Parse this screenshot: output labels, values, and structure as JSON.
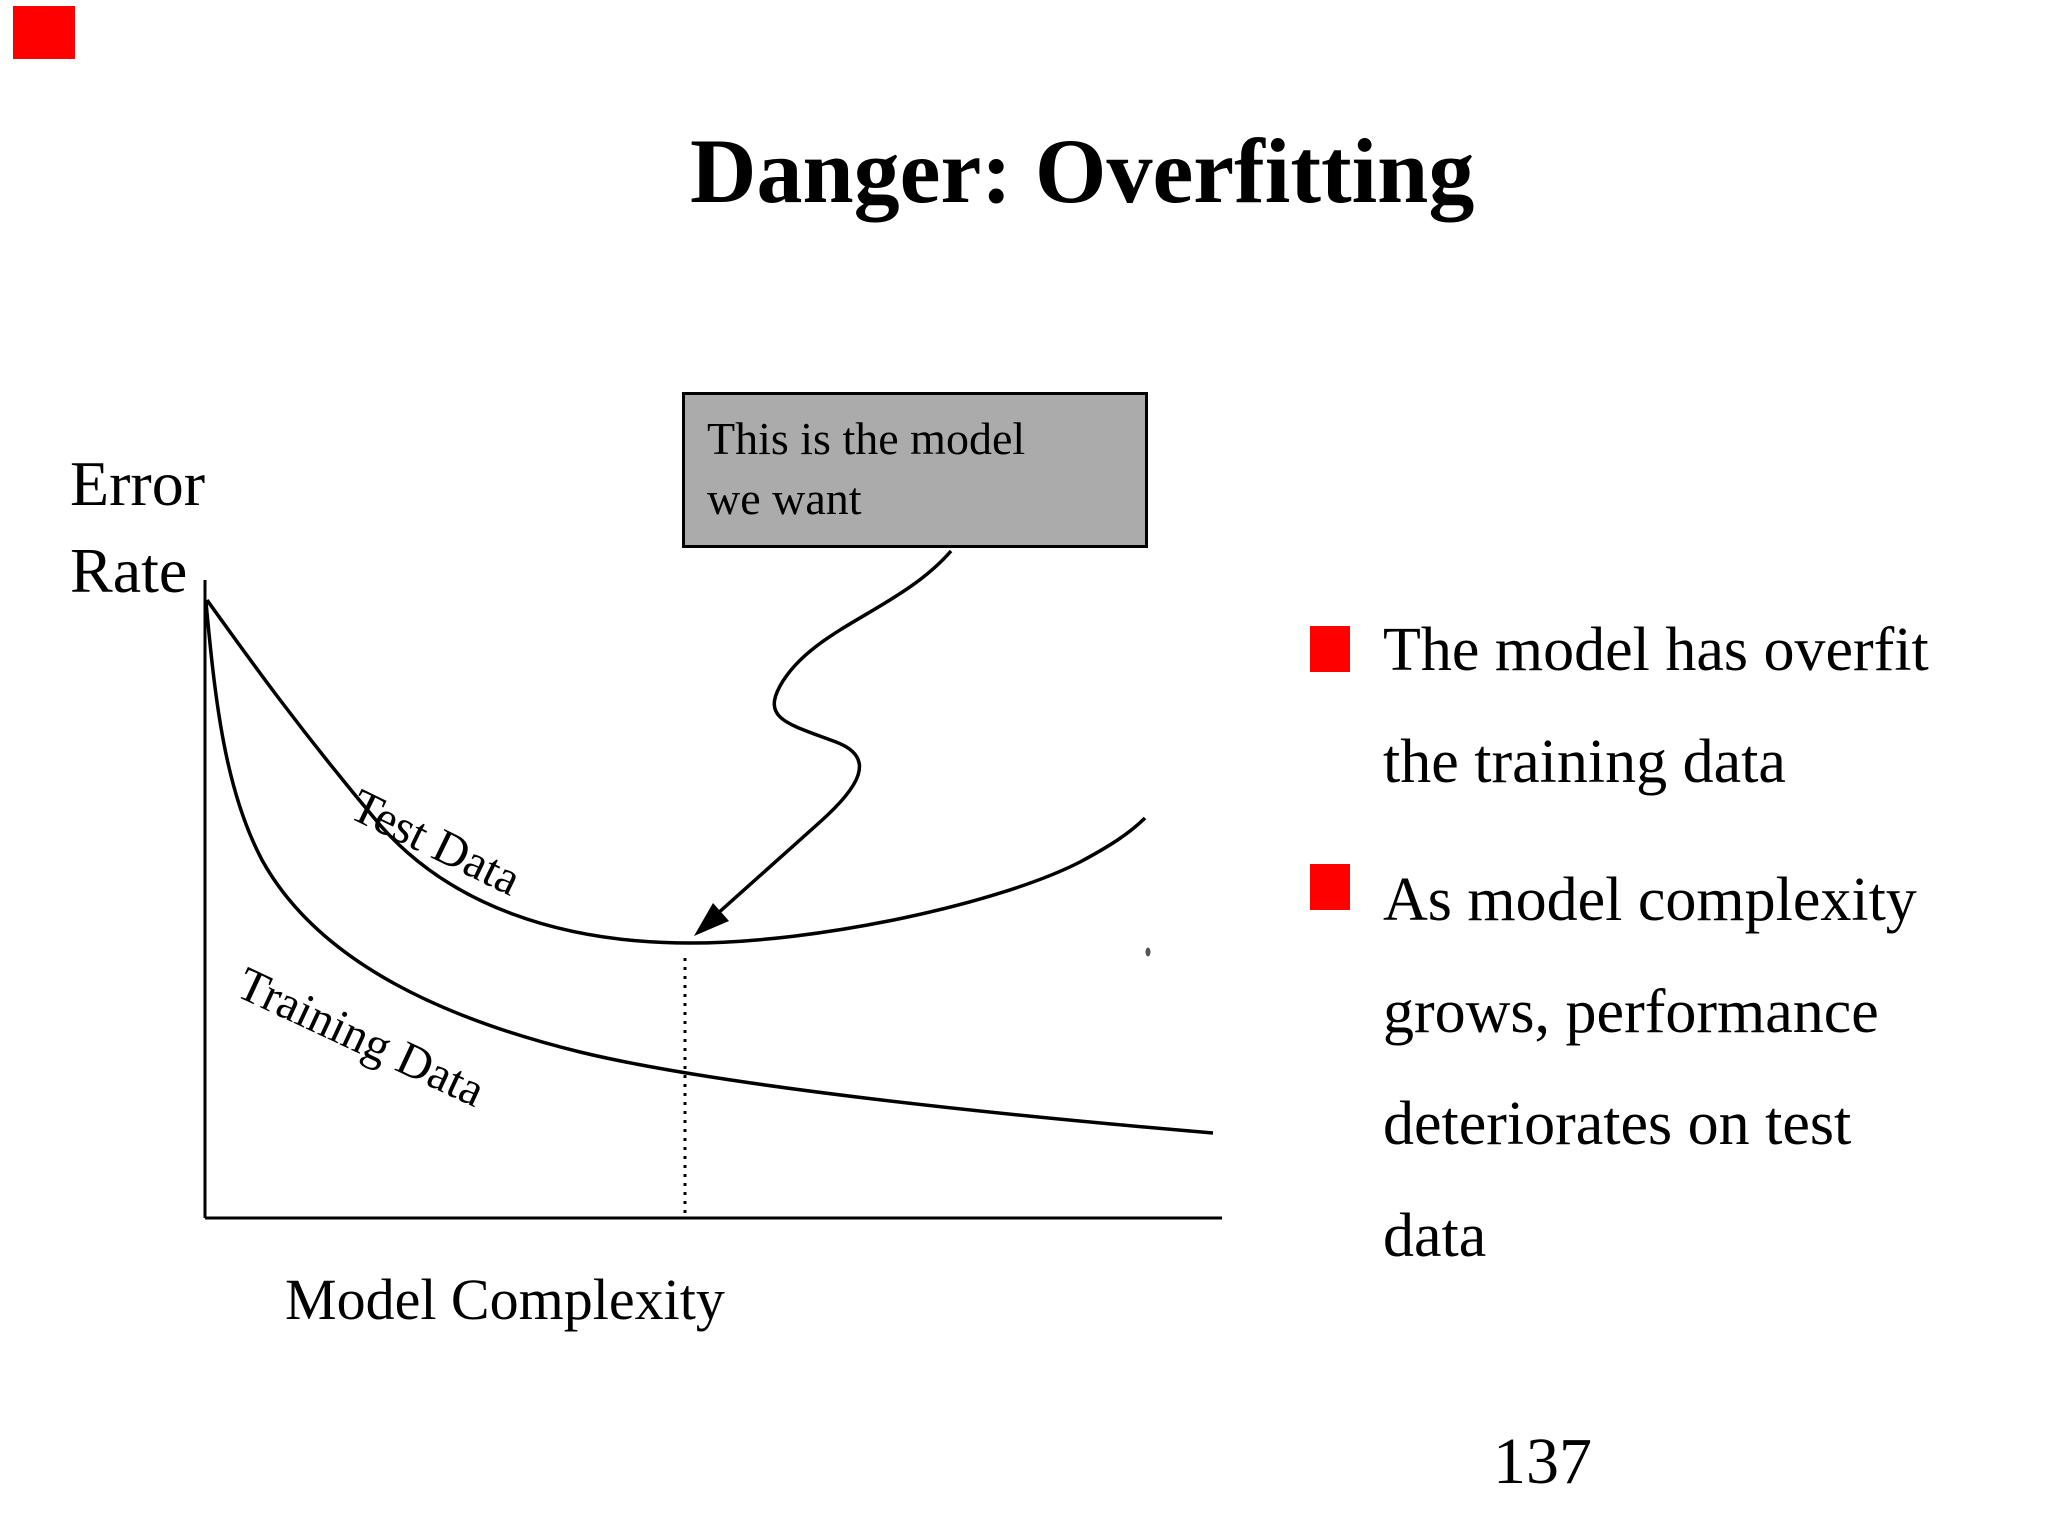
{
  "slide": {
    "title": "Danger: Overfitting",
    "page_number": "137",
    "background_color": "#ffffff",
    "accent_red": "#ff0000",
    "corner_marker": "red-square"
  },
  "chart": {
    "y_axis_label": "Error\nRate",
    "x_axis_label": "Model Complexity",
    "test_curve_label": "Test Data",
    "training_curve_label": "Training Data",
    "callout": {
      "text": "This is the model\nwe want",
      "fill_color": "#ababab",
      "border_color": "#000000"
    },
    "line_color": "#000000",
    "dotted_guide_line": "vertical dotted line at optimal model complexity"
  },
  "bullets": [
    {
      "marker": "red-square",
      "marker_color": "#ff0000",
      "text": "The model has overfit\n the training data"
    },
    {
      "marker": "red-square",
      "marker_color": "#ff0000",
      "text": "As model complexity\ngrows, performance\ndeteriorates on test\ndata"
    }
  ],
  "chart_data": {
    "type": "line",
    "title": "Danger: Overfitting",
    "xlabel": "Model Complexity",
    "ylabel": "Error Rate",
    "axes_numeric": false,
    "xlim": [
      0,
      1
    ],
    "ylim": [
      0,
      1
    ],
    "grid": false,
    "legend_position": "labels-on-curves",
    "series": [
      {
        "name": "Test Data",
        "x": [
          0.0,
          0.03,
          0.09,
          0.17,
          0.24,
          0.35,
          0.48,
          0.61,
          0.78,
          0.93
        ],
        "y": [
          1.0,
          0.92,
          0.79,
          0.64,
          0.51,
          0.46,
          0.445,
          0.46,
          0.52,
          0.65
        ]
      },
      {
        "name": "Training Data",
        "x": [
          0.0,
          0.01,
          0.06,
          0.11,
          0.24,
          0.37,
          0.48,
          0.68,
          0.99
        ],
        "y": [
          1.0,
          0.82,
          0.58,
          0.41,
          0.32,
          0.27,
          0.23,
          0.18,
          0.14
        ]
      }
    ],
    "annotations": [
      {
        "text": "This is the model we want",
        "points_to": "minimum of Test Data curve at x ≈ 0.48"
      },
      {
        "type": "dotted-vline",
        "x": 0.47,
        "note": "marks optimal model complexity at test-error minimum"
      }
    ]
  }
}
